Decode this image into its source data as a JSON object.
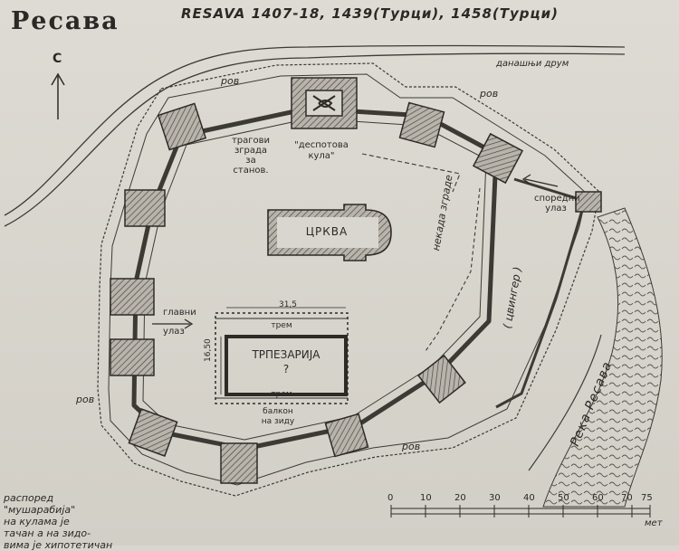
{
  "title": "Ресава",
  "subtitle": "RESAVA 1407-18, 1439(Турци), 1458(Турци)",
  "north_label": "С",
  "labels": {
    "moat_north": "ров",
    "moat_northeast": "ров",
    "moat_west": "ров",
    "moat_south": "ров",
    "road": "данашњи друм",
    "despot_tower_line1": "\"деспотова",
    "despot_tower_line2": "кула\"",
    "traces_line1": "трагови",
    "traces_line2": "зграда",
    "traces_line3": "за",
    "traces_line4": "станов.",
    "side_entrance_line1": "споредни",
    "side_entrance_line2": "улаз",
    "buildings": "некада зграде",
    "zwinger": "( цвингер )",
    "church": "ЦРКВА",
    "main_entrance_line1": "главни",
    "main_entrance_line2": "улаз",
    "refectory_line1": "ТРПЕЗАРИЈА",
    "refectory_line2": "?",
    "porch_top": "трем",
    "porch_bottom": "трем",
    "dim_width": "31,5",
    "dim_height": "16,50",
    "balcony_line1": "балкон",
    "balcony_line2": "на зиду",
    "river": "Река Ресава"
  },
  "note": {
    "line1": "распоред",
    "line2": "\"мушарабија\"",
    "line3": "на кулама је",
    "line4": "тачан а на зидо-",
    "line5": "вима је хипотетичан"
  },
  "scale": {
    "ticks": [
      "0",
      "10",
      "20",
      "30",
      "40",
      "50",
      "60",
      "70",
      "75"
    ],
    "unit": "мет"
  }
}
